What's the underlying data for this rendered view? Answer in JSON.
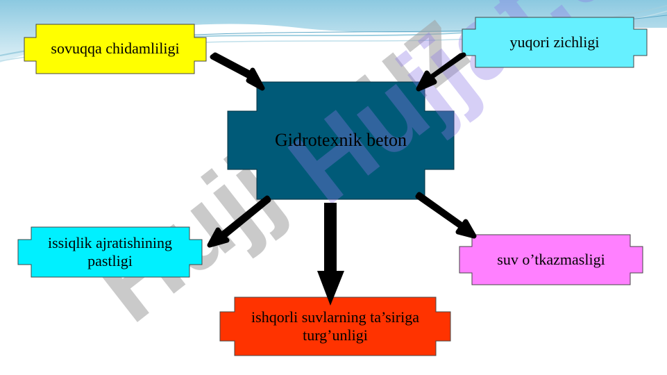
{
  "diagram": {
    "center": {
      "label": "Gidrotexnik beton",
      "color": "#005A78"
    },
    "nodes": {
      "top_left": {
        "label": "sovuqqa chidamliligi",
        "color": "#FFFF00"
      },
      "top_right": {
        "label": "yuqori zichligi",
        "color": "#66F0FF"
      },
      "mid_left": {
        "label_line1": "issiqlik ajratishining",
        "label_line2": "pastligi",
        "color": "#00F0FF"
      },
      "mid_right": {
        "label": "suv o’tkazmasligi",
        "color": "#FF80FF"
      },
      "bottom": {
        "label_line1": "ishqorli suvlarning ta’siriga",
        "label_line2": "turg’unligi",
        "color": "#FF3300"
      }
    },
    "arrow_color": "#000000"
  },
  "watermark": {
    "text": "Hujjat.uz",
    "color": "#A0A0A0",
    "accent_color": "#8C78E6"
  }
}
